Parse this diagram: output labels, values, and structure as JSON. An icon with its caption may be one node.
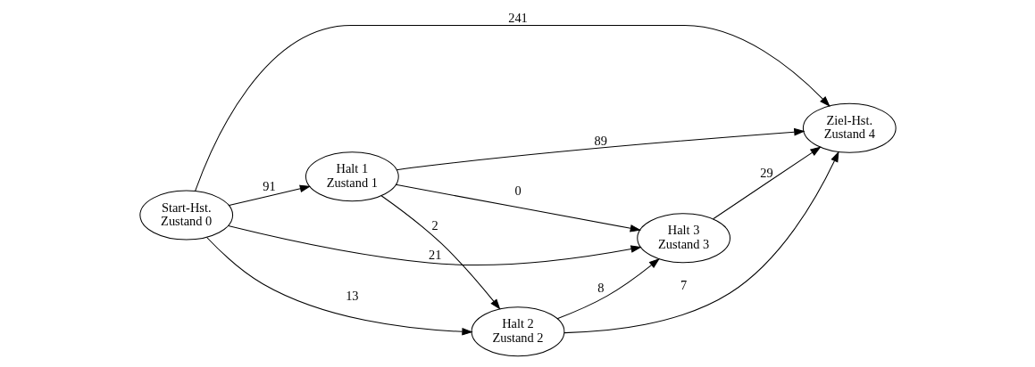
{
  "diagram": {
    "nodes": [
      {
        "text": [
          "Start-Hst.",
          "Zustand 0"
        ]
      },
      {
        "text": [
          "Halt 1",
          "Zustand 1"
        ]
      },
      {
        "text": [
          "Halt 2",
          "Zustand 2"
        ]
      },
      {
        "text": [
          "Halt 3",
          "Zustand 3"
        ]
      },
      {
        "text": [
          "Ziel-Hst.",
          "Zustand 4"
        ]
      }
    ],
    "edges": [
      {
        "from": 0,
        "to": 4,
        "arrow": "to",
        "label": "241"
      },
      {
        "from": 0,
        "to": 1,
        "arrow": "to",
        "label": "91"
      },
      {
        "from": 0,
        "to": 2,
        "arrow": "to",
        "label": "13"
      },
      {
        "from": 0,
        "to": 3,
        "arrow": "to",
        "label": "21"
      },
      {
        "from": 1,
        "to": 4,
        "arrow": "to",
        "label": "89"
      },
      {
        "from": 1,
        "to": 2,
        "arrow": "to",
        "label": "2"
      },
      {
        "from": 1,
        "to": 3,
        "arrow": "to",
        "label": "0"
      },
      {
        "from": 2,
        "to": 4,
        "arrow": "to",
        "label": "7"
      },
      {
        "from": 2,
        "to": 3,
        "arrow": "to",
        "label": "8"
      },
      {
        "from": 3,
        "to": 4,
        "arrow": "to",
        "label": "29"
      }
    ]
  }
}
